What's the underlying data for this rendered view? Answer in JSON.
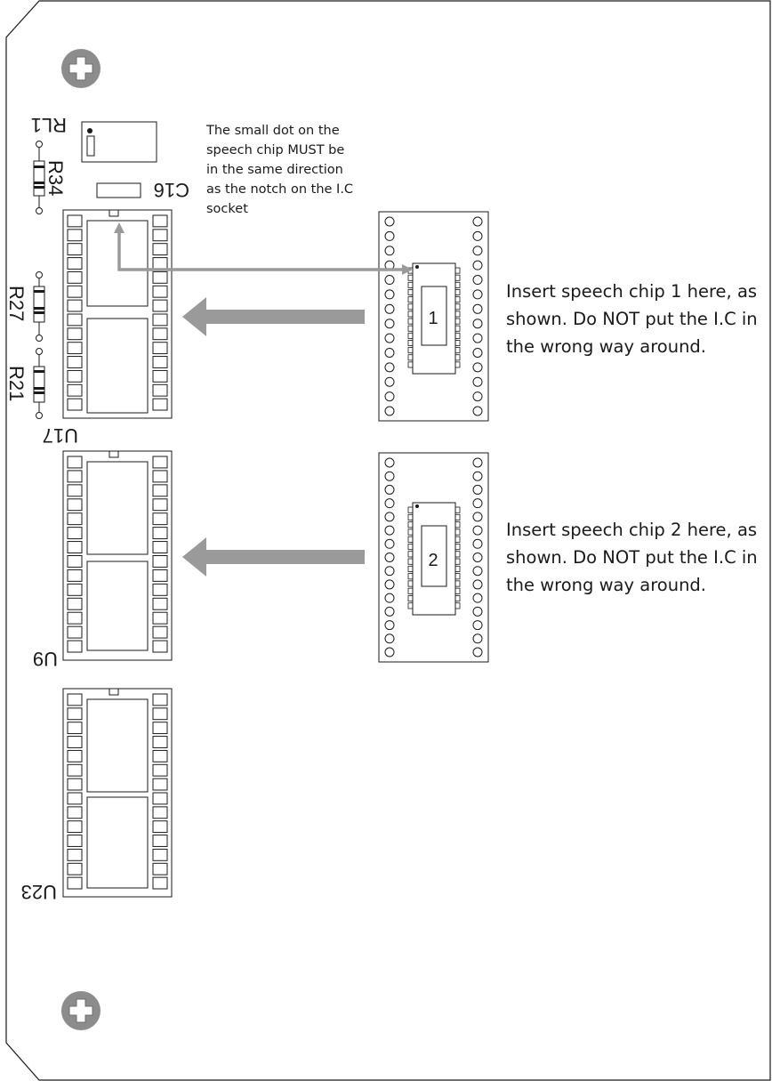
{
  "labels": {
    "relay": "RL1",
    "r34": "R34",
    "c16": "C16",
    "r27": "R27",
    "r21": "R21",
    "u17": "U17",
    "u9": "U9",
    "u23": "U23",
    "chip1": "1",
    "chip2": "2"
  },
  "notes": {
    "dot_direction": "The small dot on the speech chip MUST be in the same direction as the notch on the I.C socket",
    "insert_chip_1": "Insert speech chip 1 here, as shown. Do NOT put the I.C in the wrong way around.",
    "insert_chip_2": "Insert speech chip 2 here, as shown. Do NOT put the I.C in the wrong way around."
  },
  "colors": {
    "outline": "#1a1a1a",
    "arrow": "#9a9a9a",
    "screw_fill": "#8c8c8c"
  },
  "icons": [
    "screw-icon"
  ]
}
